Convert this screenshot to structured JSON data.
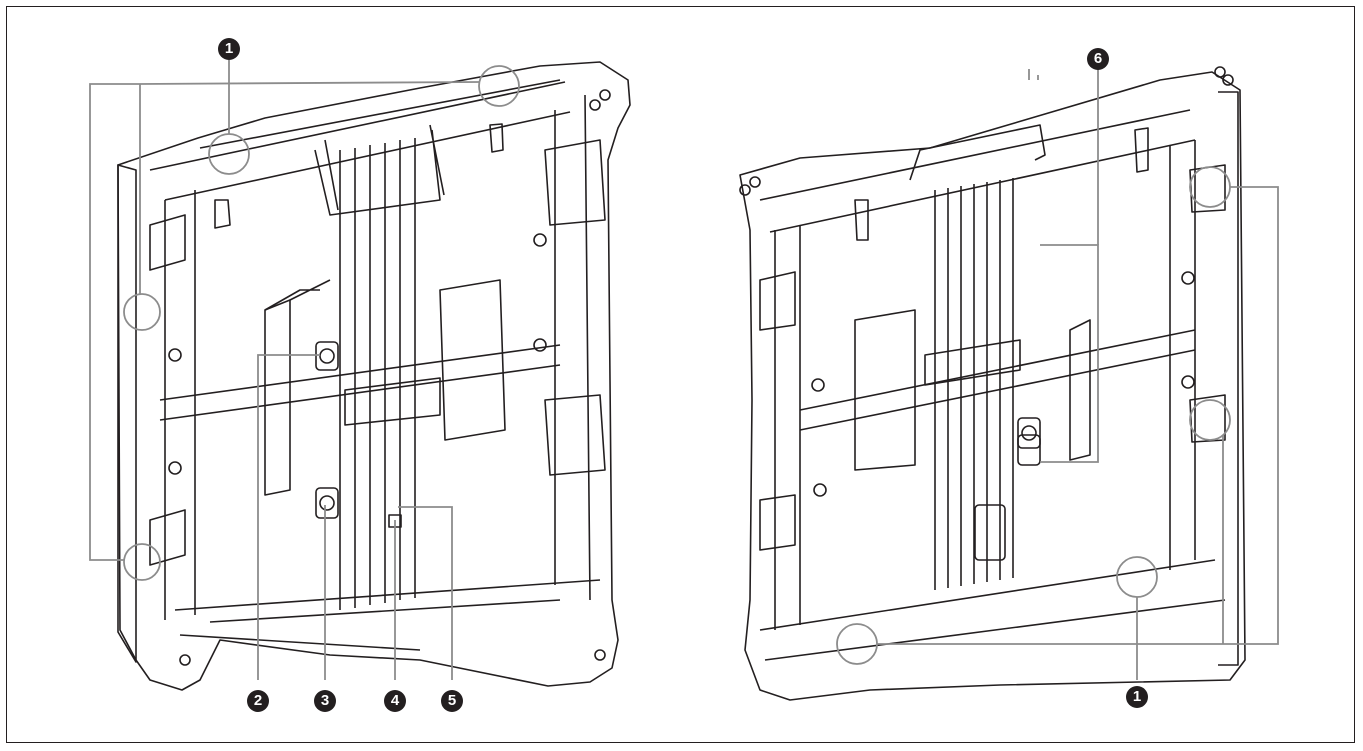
{
  "callouts": {
    "c1_left": "1",
    "c2": "2",
    "c3": "3",
    "c4": "4",
    "c5": "5",
    "c6": "6",
    "c1_right": "1"
  },
  "colors": {
    "line": "#231f20",
    "leader": "#8c8c8c",
    "background": "#ffffff"
  }
}
